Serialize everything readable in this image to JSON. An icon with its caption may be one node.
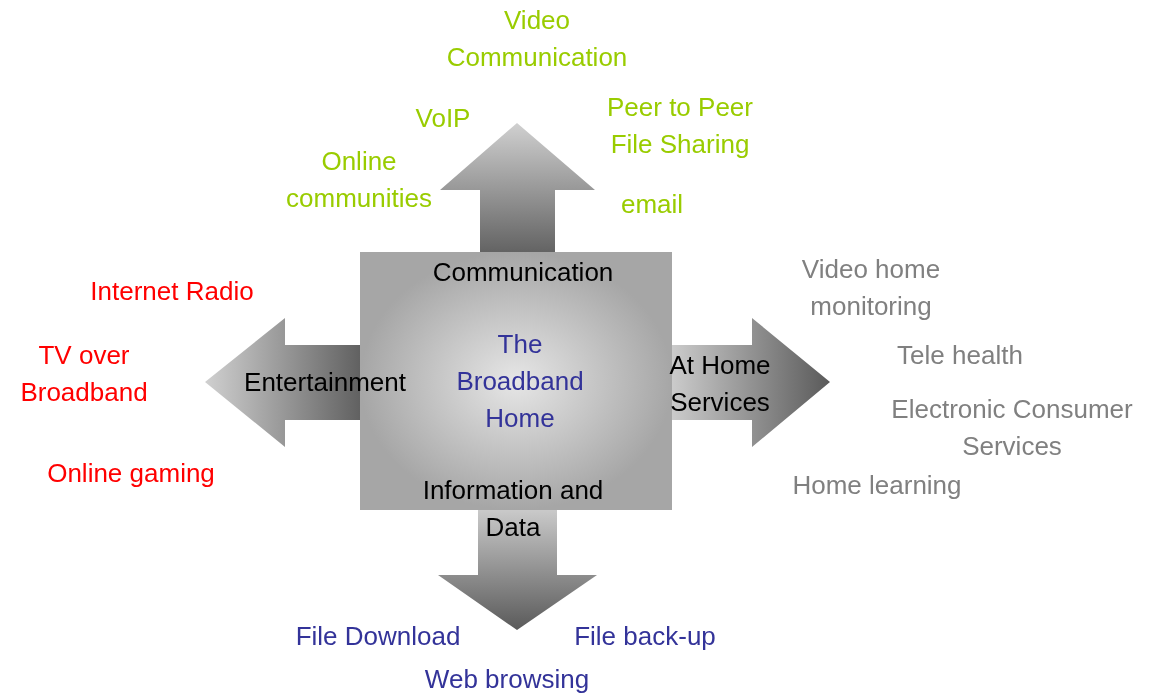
{
  "diagram": {
    "nodes": [
      {
        "text": [
          "Communication",
          "Entertainment",
          "The Broadband Home",
          "At Home Services",
          "Information and Data"
        ]
      }
    ],
    "labels": [
      "Video Communication",
      "VoIP",
      "Peer to Peer File Sharing",
      "Online communities",
      "email",
      "Video home monitoring",
      "Internet Radio",
      "TV over Broadband",
      "Tele health",
      "Electronic Consumer Services",
      "Online gaming",
      "Home learning",
      "File Download",
      "File back-up",
      "Web browsing"
    ]
  }
}
